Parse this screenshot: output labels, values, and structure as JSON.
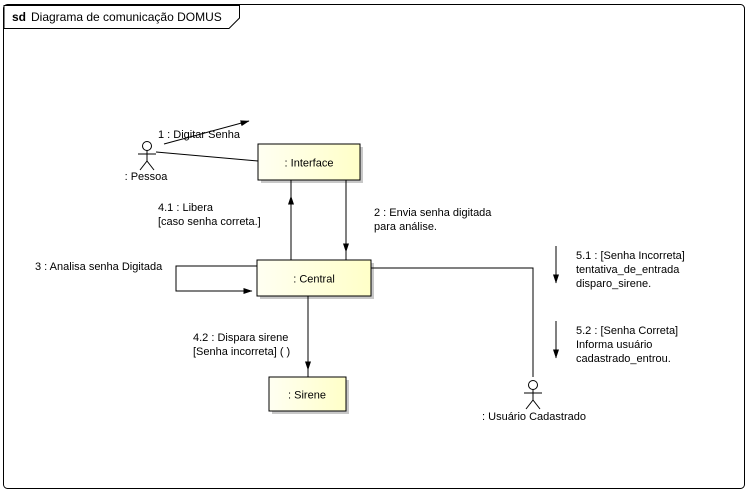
{
  "frame": {
    "tag": "sd",
    "title": "Diagrama de comunicação DOMUS"
  },
  "nodes": {
    "interface": ": Interface",
    "central": ": Central",
    "sirene": ": Sirene"
  },
  "actors": {
    "pessoa": ": Pessoa",
    "usuario": ": Usuário Cadastrado"
  },
  "messages": {
    "m1": "1 : Digitar Senha",
    "m2_l1": "2 : Envia senha digitada",
    "m2_l2": "para análise.",
    "m3": "3 : Analisa senha Digitada",
    "m41_l1": "4.1 : Libera",
    "m41_l2": "[caso senha correta.]",
    "m42_l1": "4.2 : Dispara sirene",
    "m42_l2": "[Senha incorreta] ( )",
    "m51_l1": "5.1 :  [Senha Incorreta]",
    "m51_l2": "tentativa_de_entrada",
    "m51_l3": "disparo_sirene.",
    "m52_l1": "5.2 : [Senha Correta]",
    "m52_l2": "Informa usuário",
    "m52_l3": "cadastrado_entrou."
  },
  "colors": {
    "background": "#ffffff",
    "stroke": "#000000",
    "node_fill": "#ffffc8",
    "node_fill_light": "#fffff2",
    "shadow": "#c8c8c8"
  }
}
